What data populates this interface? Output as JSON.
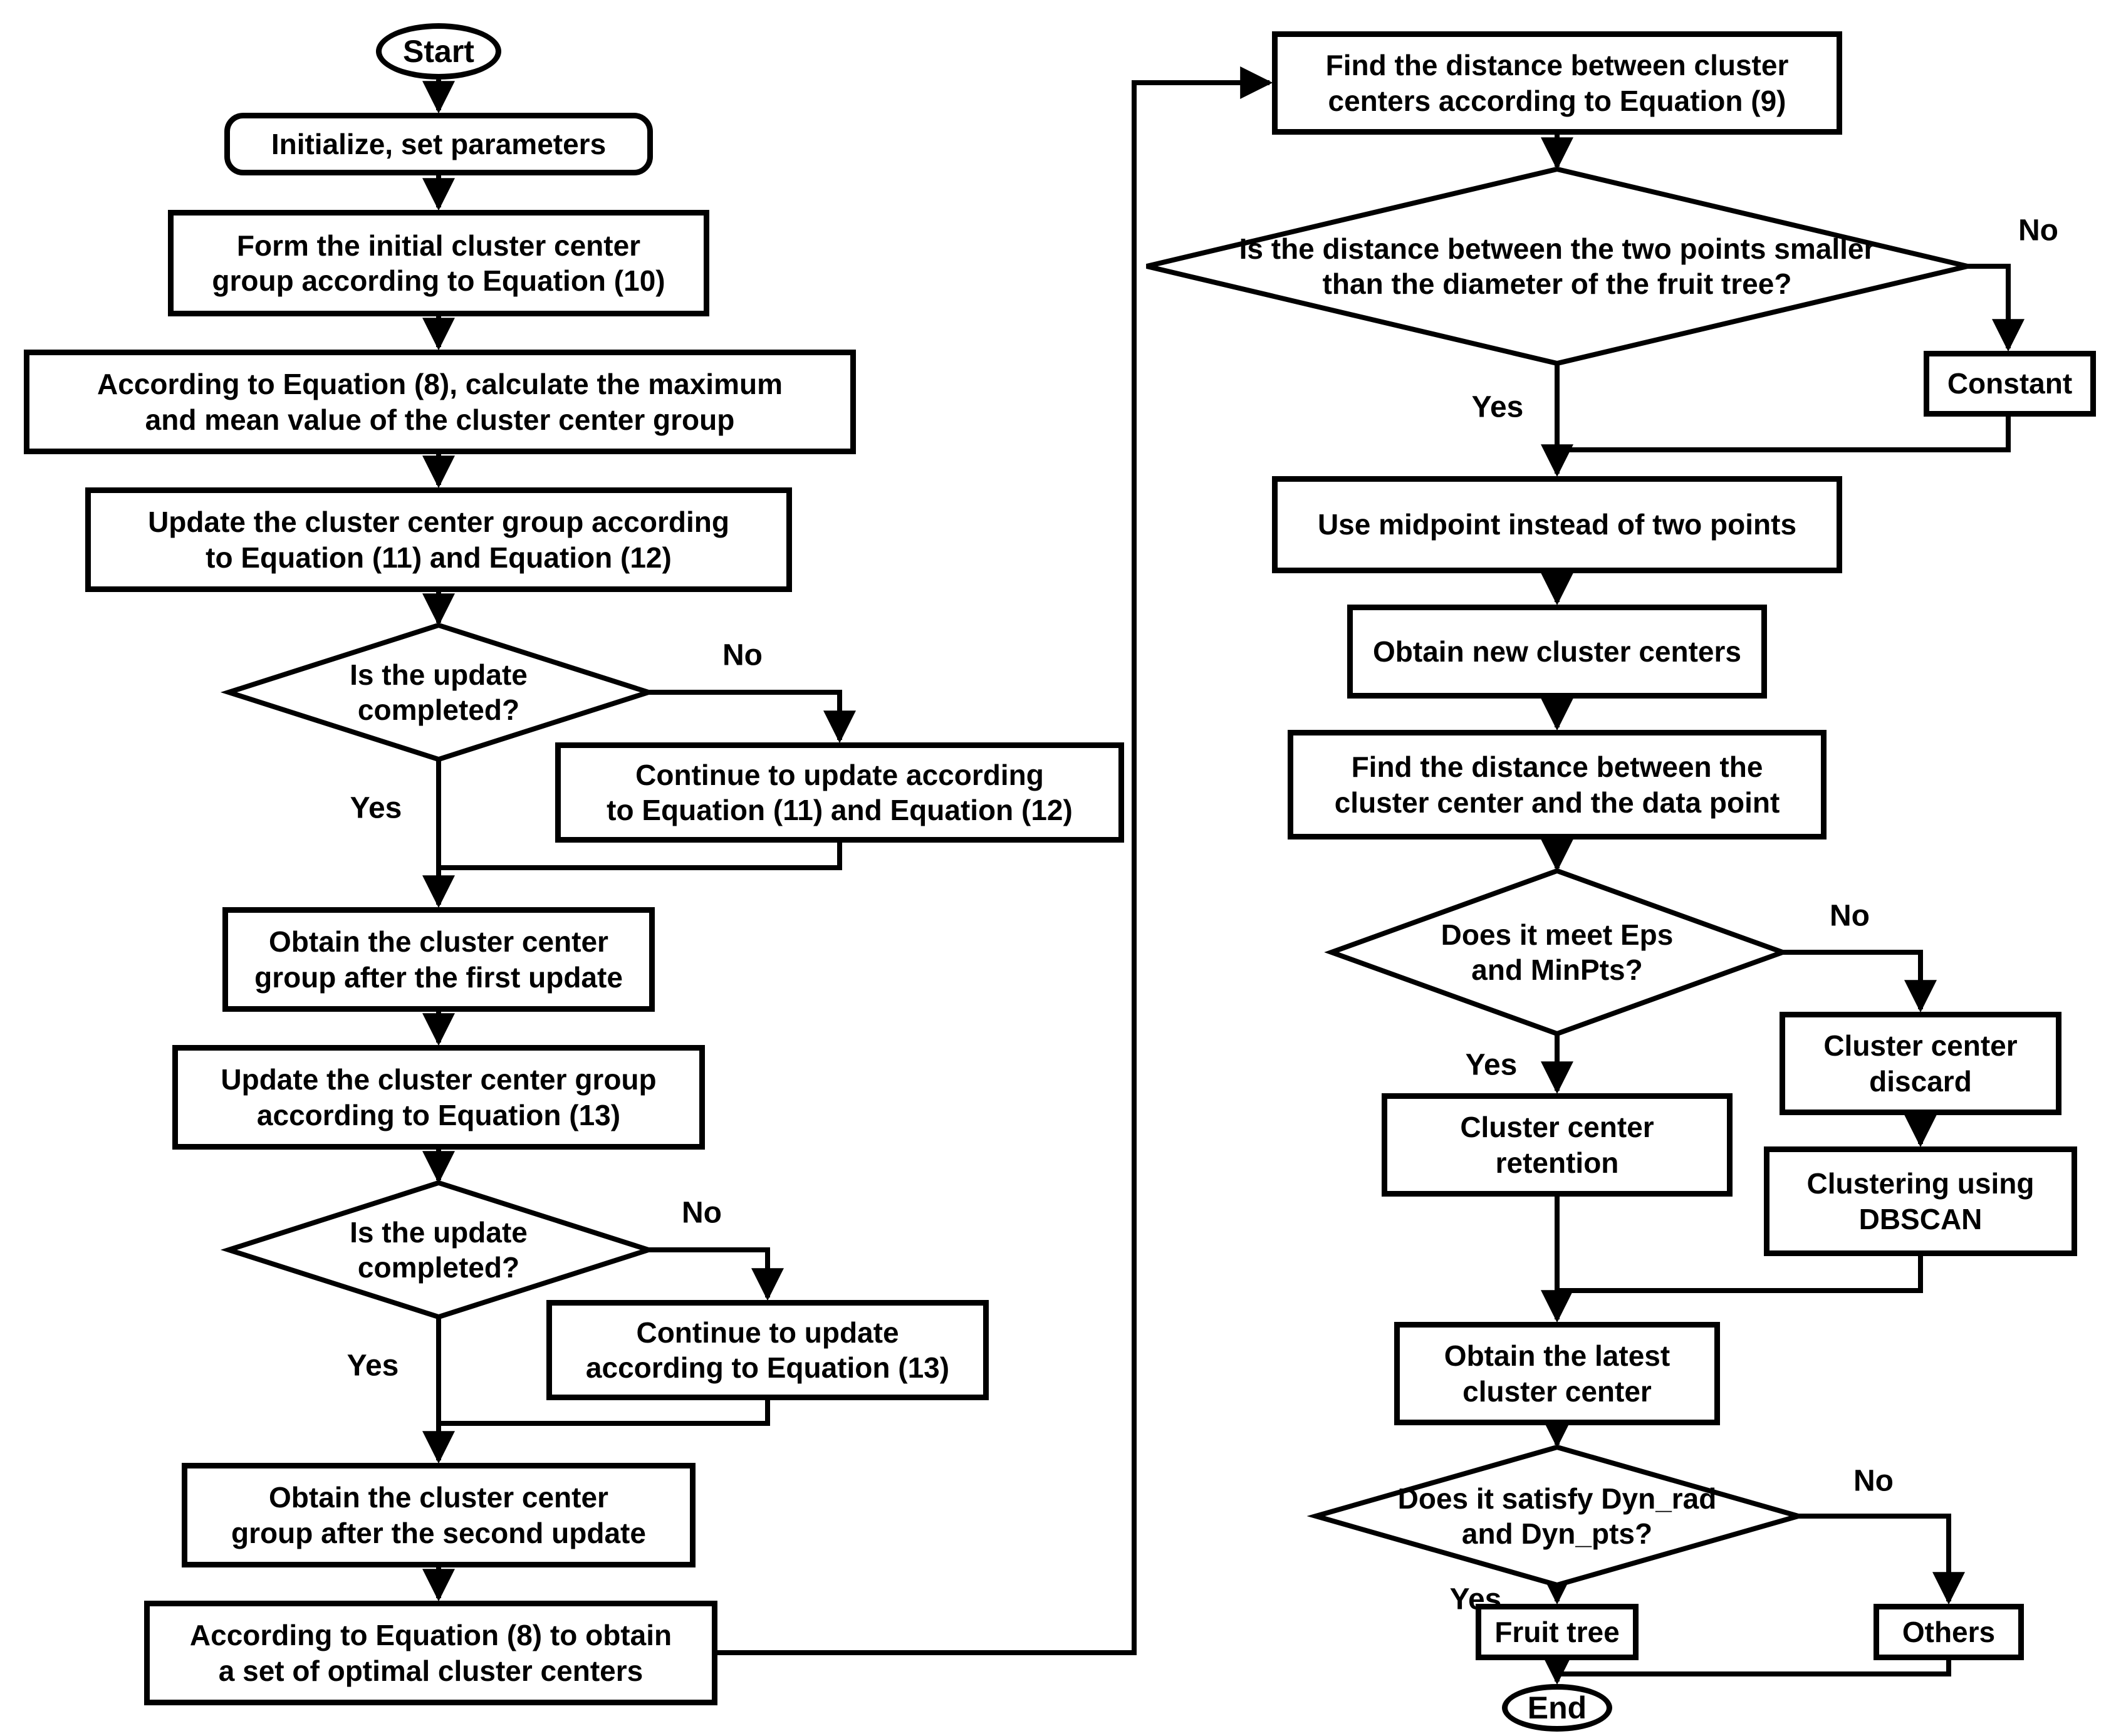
{
  "diagram": {
    "type": "flowchart",
    "colors": {
      "stroke": "#000000",
      "background": "#ffffff"
    },
    "start_label": "Start",
    "end_label": "End",
    "yes_label": "Yes",
    "no_label": "No",
    "left": {
      "initialize": {
        "lines": [
          "Initialize, set parameters"
        ]
      },
      "form_initial": {
        "lines": [
          "Form the initial cluster center",
          "group according to Equation (10)"
        ]
      },
      "eq8_calc": {
        "lines": [
          "According to Equation (8), calculate the maximum",
          "and mean value of the cluster center group"
        ]
      },
      "update_11_12": {
        "lines": [
          "Update the cluster center group according",
          "to Equation (11) and Equation (12)"
        ]
      },
      "update_done_1": {
        "lines": [
          "Is the update",
          "completed?"
        ]
      },
      "continue_11_12": {
        "lines": [
          "Continue to update according",
          "to Equation (11) and Equation (12)"
        ]
      },
      "obtain_first": {
        "lines": [
          "Obtain the cluster center",
          "group after the first update"
        ]
      },
      "update_13": {
        "lines": [
          "Update the cluster center group",
          "according to Equation (13)"
        ]
      },
      "update_done_2": {
        "lines": [
          "Is the update",
          "completed?"
        ]
      },
      "continue_13": {
        "lines": [
          "Continue to update",
          "according to Equation (13)"
        ]
      },
      "obtain_second": {
        "lines": [
          "Obtain the cluster center",
          "group after the second update"
        ]
      },
      "eq8_optimal": {
        "lines": [
          "According to Equation (8) to obtain",
          "a set of optimal cluster centers"
        ]
      }
    },
    "right": {
      "find_distance_centers": {
        "lines": [
          "Find the distance between cluster",
          "centers according to Equation (9)"
        ]
      },
      "distance_smaller": {
        "lines": [
          "Is the distance between the two points smaller",
          "than the diameter of the fruit tree?"
        ]
      },
      "constant": {
        "lines": [
          "Constant"
        ]
      },
      "use_midpoint": {
        "lines": [
          "Use midpoint instead of two points"
        ]
      },
      "obtain_new_centers": {
        "lines": [
          "Obtain new cluster centers"
        ]
      },
      "find_distance_data": {
        "lines": [
          "Find the distance between the",
          "cluster center and the data point"
        ]
      },
      "meet_eps": {
        "lines": [
          "Does it meet Eps",
          "and MinPts?"
        ]
      },
      "cluster_discard": {
        "lines": [
          "Cluster center",
          "discard"
        ]
      },
      "dbscan": {
        "lines": [
          "Clustering using",
          "DBSCAN"
        ]
      },
      "cluster_retention": {
        "lines": [
          "Cluster center",
          "retention"
        ]
      },
      "obtain_latest": {
        "lines": [
          "Obtain the latest",
          "cluster center"
        ]
      },
      "satisfy_dyn": {
        "lines": [
          "Does it satisfy Dyn_rad",
          "and Dyn_pts?"
        ]
      },
      "fruit_tree": {
        "lines": [
          "Fruit tree"
        ]
      },
      "others": {
        "lines": [
          "Others"
        ]
      }
    }
  }
}
